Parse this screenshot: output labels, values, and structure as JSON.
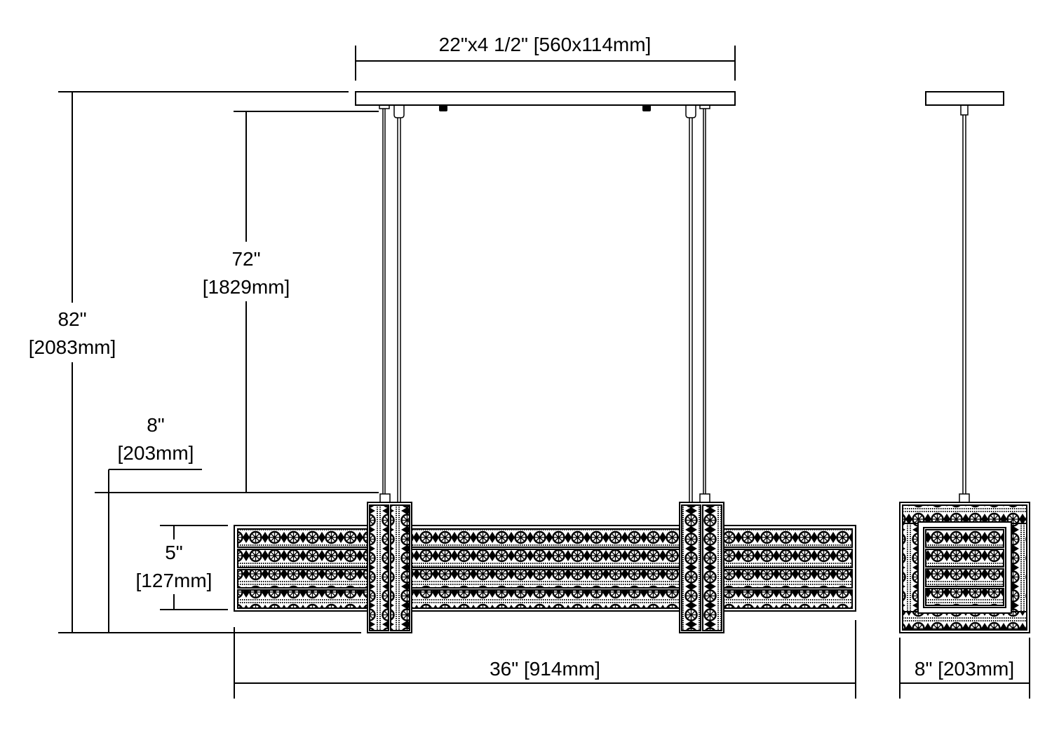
{
  "dimensions": {
    "canopy": "22\"x4 1/2\" [560x114mm]",
    "overall_height": {
      "imperial": "82\"",
      "metric": "[2083mm]"
    },
    "rod_length": {
      "imperial": "72\"",
      "metric": "[1829mm]"
    },
    "fixture_height": {
      "imperial": "8\"",
      "metric": "[203mm]"
    },
    "panel_height": {
      "imperial": "5\"",
      "metric": "[127mm]"
    },
    "fixture_length": "36\" [914mm]",
    "fixture_depth": "8\" [203mm]"
  }
}
